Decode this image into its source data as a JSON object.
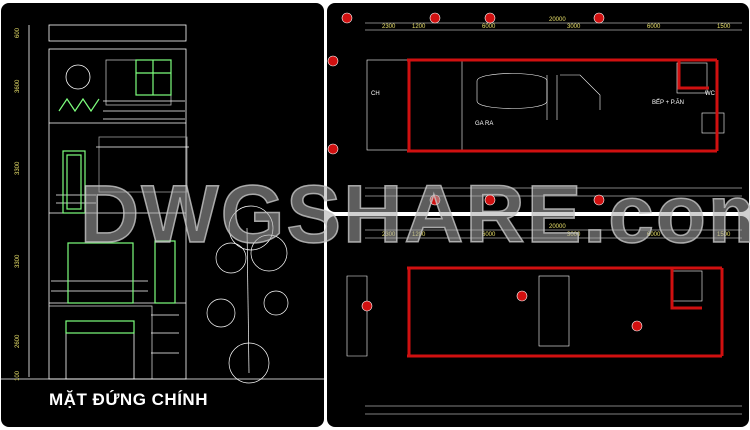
{
  "elevation": {
    "title": "MẶT ĐỨNG CHÍNH",
    "dimensions": [
      "600",
      "3600",
      "3300",
      "3300",
      "2600",
      "100"
    ]
  },
  "plan_upper": {
    "total_dimension": "20000",
    "segments": [
      "2300",
      "1200",
      "6000",
      "3000",
      "6000",
      "1500"
    ],
    "rooms": [
      "GA RA",
      "BẾP + P.ĂN",
      "CH",
      "WC"
    ]
  },
  "plan_lower": {
    "total_dimension": "20000",
    "segments": [
      "2300",
      "1200",
      "6000",
      "3000",
      "6000",
      "1500"
    ]
  },
  "watermark": "DWGSHARE.com",
  "colors": {
    "background": "#000000",
    "walls": "#d01010",
    "dimension_text": "#e8e06a",
    "windows": "#7dff7d",
    "lines": "#ffffff"
  }
}
